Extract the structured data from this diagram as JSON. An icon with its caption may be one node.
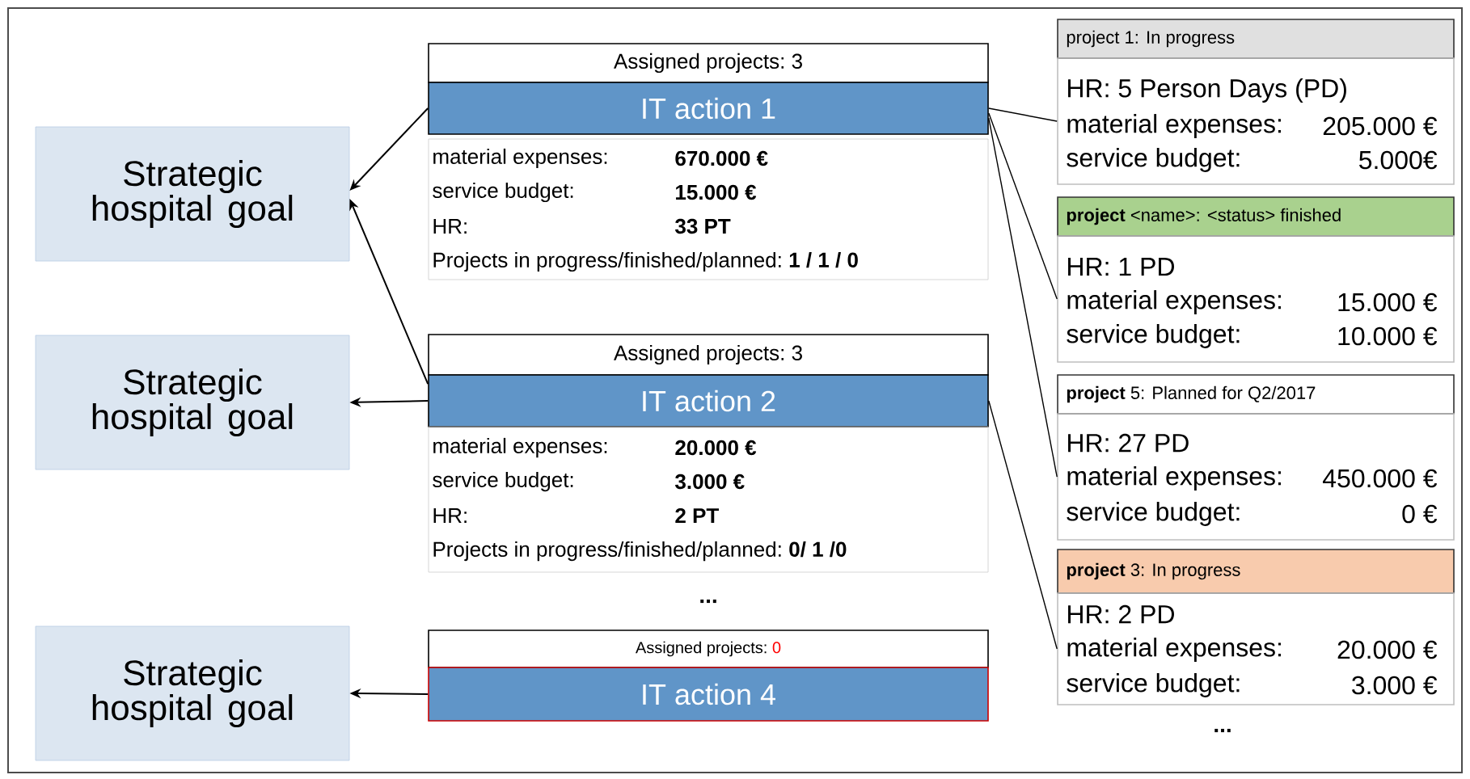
{
  "diagram": {
    "nodes": [
      {
        "text": [
          "Strategic hospital goal"
        ]
      },
      {
        "text": [
          "Strategic hospital goal"
        ]
      },
      {
        "text": [
          "Strategic hospital goal"
        ]
      },
      {
        "text": [
          "Assigned projects:",
          "3",
          "IT action 1",
          "material expenses:",
          "670.000 €",
          "service budget:",
          "15.000 €",
          "HR:",
          "33 PT",
          "Projects in progress/finished/planned:",
          "1 / 1 / 0"
        ]
      },
      {
        "text": [
          "Assigned projects:",
          "3",
          "IT action 2",
          "material expenses:",
          "20.000 €",
          "service budget:",
          "3.000 €",
          "HR:",
          "2 PT",
          "Projects in progress/finished/planned:",
          "0/ 1 /0"
        ]
      },
      {
        "text": [
          "Assigned projects:",
          "0",
          "IT action 4"
        ]
      },
      {
        "text": [
          "project 1: In progress",
          "HR: 5 Person Days (PD)",
          "material expenses:",
          "205.000 €",
          "service budget:",
          "5.000€"
        ]
      },
      {
        "text": [
          "**project** <name>: <status> finished",
          "HR: 1 PD",
          "material expenses:",
          "15.000 €",
          "service budget:",
          "10.000 €"
        ]
      },
      {
        "text": [
          "**project** 5: Planned for Q2/2017",
          "HR: 27 PD",
          "material expenses:",
          "450.000 €",
          "service budget:",
          "0 €"
        ]
      },
      {
        "text": [
          "**project** 3: In progress",
          "HR: 2 PD",
          "material expenses:",
          "20.000 €",
          "service budget:",
          "3.000 €"
        ]
      }
    ],
    "edges": [
      {
        "from": 3,
        "to": 0,
        "arrow": "to"
      },
      {
        "from": 4,
        "to": 0,
        "arrow": "to"
      },
      {
        "from": 4,
        "to": 1,
        "arrow": "to"
      },
      {
        "from": 5,
        "to": 2,
        "arrow": "to"
      },
      {
        "from": 3,
        "to": 6,
        "arrow": "none"
      },
      {
        "from": 3,
        "to": 7,
        "arrow": "none"
      },
      {
        "from": 3,
        "to": 8,
        "arrow": "none"
      },
      {
        "from": 4,
        "to": 9,
        "arrow": "none"
      }
    ],
    "labels": [
      "...",
      "..."
    ]
  }
}
